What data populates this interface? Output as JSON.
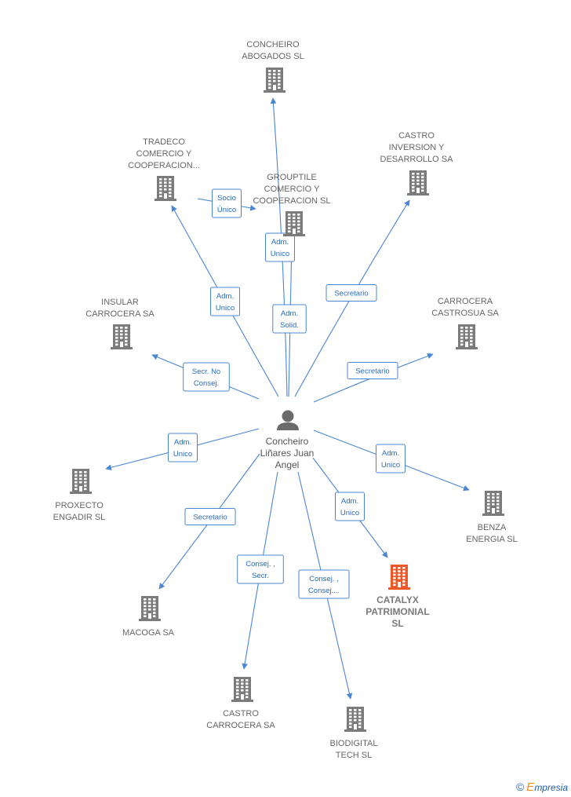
{
  "center": {
    "name_lines": [
      "Concheiro",
      "Liñares Juan",
      "Angel"
    ]
  },
  "nodes": [
    {
      "id": "concheiro",
      "lines": [
        "CONCHEIRO",
        "ABOGADOS SL"
      ]
    },
    {
      "id": "tradeco",
      "lines": [
        "TRADECO",
        "COMERCIO Y",
        "COOPERACION..."
      ]
    },
    {
      "id": "grouptile",
      "lines": [
        "GROUPTILE",
        "COMERCIO Y",
        "COOPERACION SL"
      ]
    },
    {
      "id": "castro_inv",
      "lines": [
        "CASTRO",
        "INVERSION Y",
        "DESARROLLO SA"
      ]
    },
    {
      "id": "insular",
      "lines": [
        "INSULAR",
        "CARROCERA SA"
      ]
    },
    {
      "id": "castrosua",
      "lines": [
        "CARROCERA",
        "CASTROSUA SA"
      ]
    },
    {
      "id": "proxecto",
      "lines": [
        "PROXECTO",
        "ENGADIR  SL"
      ]
    },
    {
      "id": "benza",
      "lines": [
        "BENZA",
        "ENERGIA SL"
      ]
    },
    {
      "id": "catalyx",
      "lines": [
        "CATALYX",
        "PATRIMONIAL",
        "SL"
      ],
      "highlight": true
    },
    {
      "id": "macoga",
      "lines": [
        "MACOGA SA"
      ]
    },
    {
      "id": "castro_carr",
      "lines": [
        "CASTRO",
        "CARROCERA SA"
      ]
    },
    {
      "id": "biodigital",
      "lines": [
        "BIODIGITAL",
        "TECH  SL"
      ]
    }
  ],
  "edges": [
    {
      "to": "concheiro",
      "role_lines": [
        "Adm.",
        "Unico"
      ]
    },
    {
      "to": "tradeco",
      "role_lines": [
        "Adm.",
        "Unico"
      ]
    },
    {
      "to": "grouptile",
      "role_lines": [
        "Adm.",
        "Solid."
      ]
    },
    {
      "from": "tradeco",
      "to": "grouptile",
      "role_lines": [
        "Socio",
        "Único"
      ]
    },
    {
      "to": "castro_inv",
      "role_lines": [
        "Secretario"
      ]
    },
    {
      "to": "insular",
      "role_lines": [
        "Secr.  No",
        "Consej."
      ]
    },
    {
      "to": "castrosua",
      "role_lines": [
        "Secretario"
      ]
    },
    {
      "to": "proxecto",
      "role_lines": [
        "Adm.",
        "Unico"
      ]
    },
    {
      "to": "benza",
      "role_lines": [
        "Adm.",
        "Unico"
      ]
    },
    {
      "to": "catalyx",
      "role_lines": [
        "Adm.",
        "Unico"
      ]
    },
    {
      "to": "macoga",
      "role_lines": [
        "Secretario"
      ]
    },
    {
      "to": "castro_carr",
      "role_lines": [
        "Consej. ,",
        "Secr."
      ]
    },
    {
      "to": "biodigital",
      "role_lines": [
        "Consej. ,",
        "Consej...."
      ]
    }
  ],
  "colors": {
    "edge": "#4a86d4",
    "building": "#7b7b7b",
    "highlight": "#f0582a",
    "person": "#6b6b6b"
  },
  "footer": {
    "copyright_symbol": "©",
    "brand_initial": "E",
    "brand_rest": "mpresia"
  }
}
